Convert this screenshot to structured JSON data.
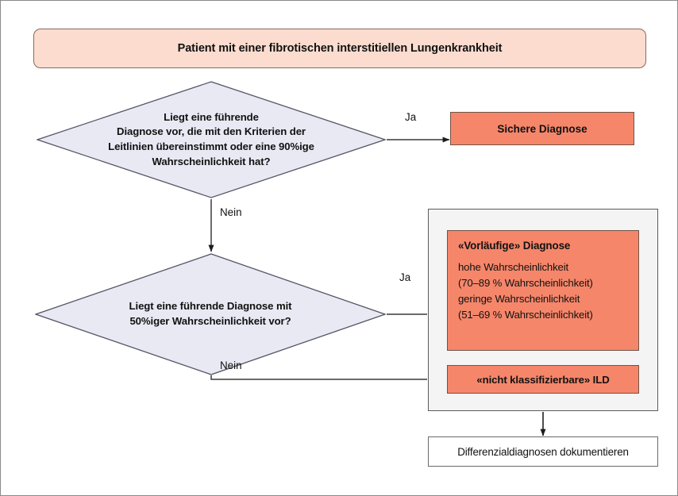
{
  "diagram": {
    "title_box": {
      "text": "Patient mit einer fibrotischen interstitiellen Lungenkrankheit",
      "fill": "#FBDCCF",
      "stroke": "#8a6a5c"
    },
    "decision_1": {
      "line_1": "Liegt eine führende",
      "line_2": "Diagnose vor, die mit den Kriterien der",
      "line_3": "Leitlinien übereinstimmt oder eine 90%ige",
      "line_4": "Wahrscheinlichkeit hat?",
      "fill": "#E9E9F4",
      "stroke": "#555566"
    },
    "decision_2": {
      "line_1": "Liegt eine führende Diagnose mit",
      "line_2": "50%iger Wahrscheinlichkeit vor?",
      "fill": "#E9E9F4",
      "stroke": "#555566"
    },
    "edge_labels": {
      "ja_1": "Ja",
      "nein_1": "Nein",
      "ja_2": "Ja",
      "nein_2": "Nein"
    },
    "outcome_sichere": {
      "text": "Sichere Diagnose",
      "fill": "#F5866A",
      "stroke": "#6f5348"
    },
    "outcome_vorlaeufige": {
      "title": "«Vorläufige» Diagnose",
      "line_1": "hohe Wahrscheinlichkeit",
      "line_2": "(70–89 % Wahrscheinlichkeit)",
      "line_3": "geringe Wahrscheinlichkeit",
      "line_4": "(51–69 % Wahrscheinlichkeit)",
      "fill": "#F5866A",
      "stroke": "#6f5348"
    },
    "outcome_nicht_klassifizierbar": {
      "text": "«nicht klassifizierbare» ILD",
      "fill": "#F5866A",
      "stroke": "#6f5348"
    },
    "outcome_differenzial": {
      "text": "Differenzialdiagnosen dokumentieren",
      "fill": "#FFFFFF",
      "stroke": "#6a6a6a"
    },
    "panel": {
      "fill": "#F5F4F4",
      "stroke": "#5b5b5b"
    },
    "connector_color": "#3a3a3a",
    "frame_color": "#8a8a8a"
  }
}
